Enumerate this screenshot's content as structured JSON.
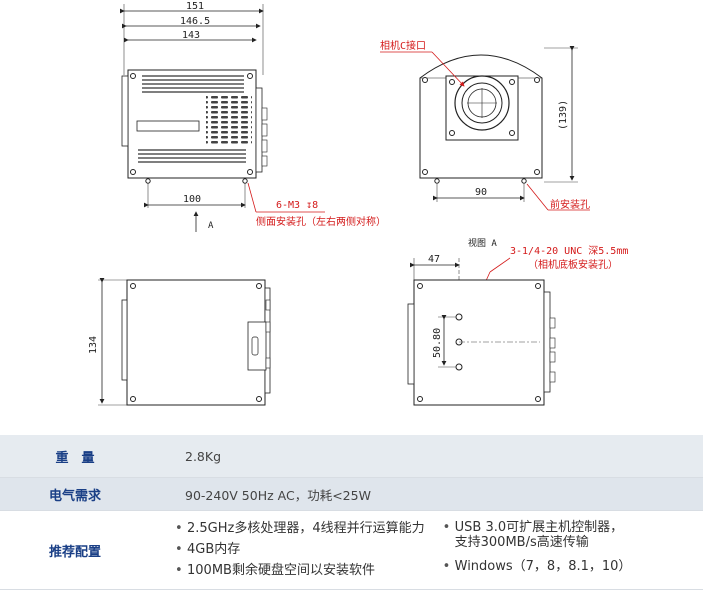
{
  "drawing": {
    "front_dims": {
      "overall": "151",
      "mid": "146.5",
      "inner": "143",
      "hole_spacing": "100"
    },
    "side_note_line1": "6-M3 ↧8",
    "side_note_line2": "侧面安装孔（左右两侧对称）",
    "arrow_label": "A",
    "cmount_label": "相机C接口",
    "height_dim": "(139)",
    "front_holes_spacing": "90",
    "front_holes_label": "前安装孔",
    "view_a_label": "视图 A",
    "bottom_hole_label_line1": "3-1/4-20 UNC 深5.5mm",
    "bottom_hole_label_line2": "（相机底板安装孔）",
    "bottom_offset": "47",
    "bottom_spacing": "50.80",
    "side_height": "134"
  },
  "specs": {
    "weight_label": "重　量",
    "weight_value": "2.8Kg",
    "power_label": "电气需求",
    "power_value": "90-240V 50Hz AC，功耗<25W",
    "recommend_label": "推荐配置",
    "recommend_left": [
      "2.5GHz多核处理器，4线程并行运算能力",
      "4GB内存",
      "100MB剩余硬盘空间以安装软件"
    ],
    "recommend_right_1a": "USB 3.0可扩展主机控制器，",
    "recommend_right_1b": "支持300MB/s高速传输",
    "recommend_right_2": "Windows（7，8，8.1，10）"
  }
}
